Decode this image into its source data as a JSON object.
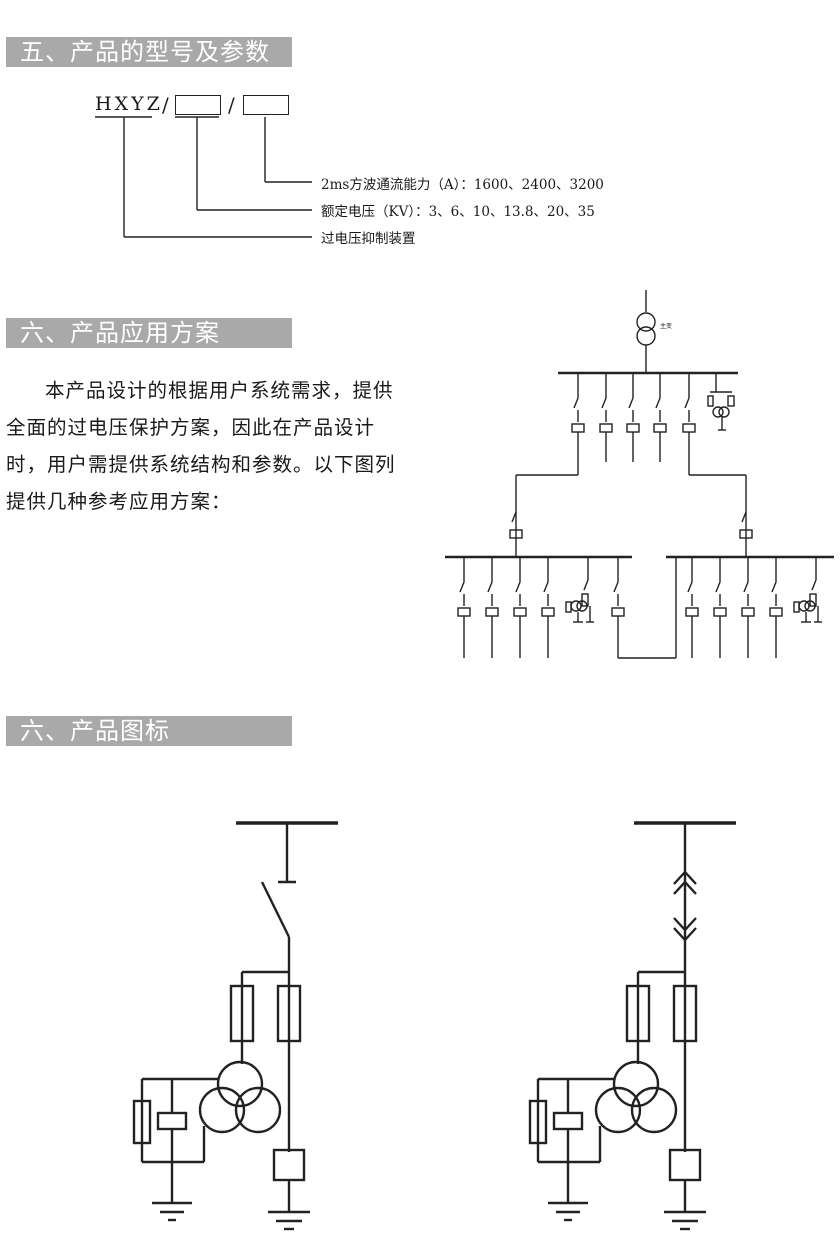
{
  "sections": {
    "s5_title": "五、产品的型号及参数",
    "s6_title": "六、产品应用方案",
    "s7_title": "六、产品图标"
  },
  "model": {
    "code": "HXYZ",
    "slash": "/",
    "params": [
      "2ms方波通流能力（A）：1600、2400、3200",
      "额定电压（KV）：3、6、10、13.8、20、35",
      "过电压抑制装置"
    ]
  },
  "application": {
    "paragraph": "本产品设计的根据用户系统需求，提供全面的过电压保护方案，因此在产品设计时，用户需提供系统结构和参数。以下图列提供几种参考应用方案："
  },
  "colors": {
    "section_bar": "#a9a9a9",
    "line": "#222222"
  },
  "icons": [
    "transformer-icon",
    "switch-icon",
    "fuse-icon",
    "ground-icon",
    "arrester-icon"
  ]
}
